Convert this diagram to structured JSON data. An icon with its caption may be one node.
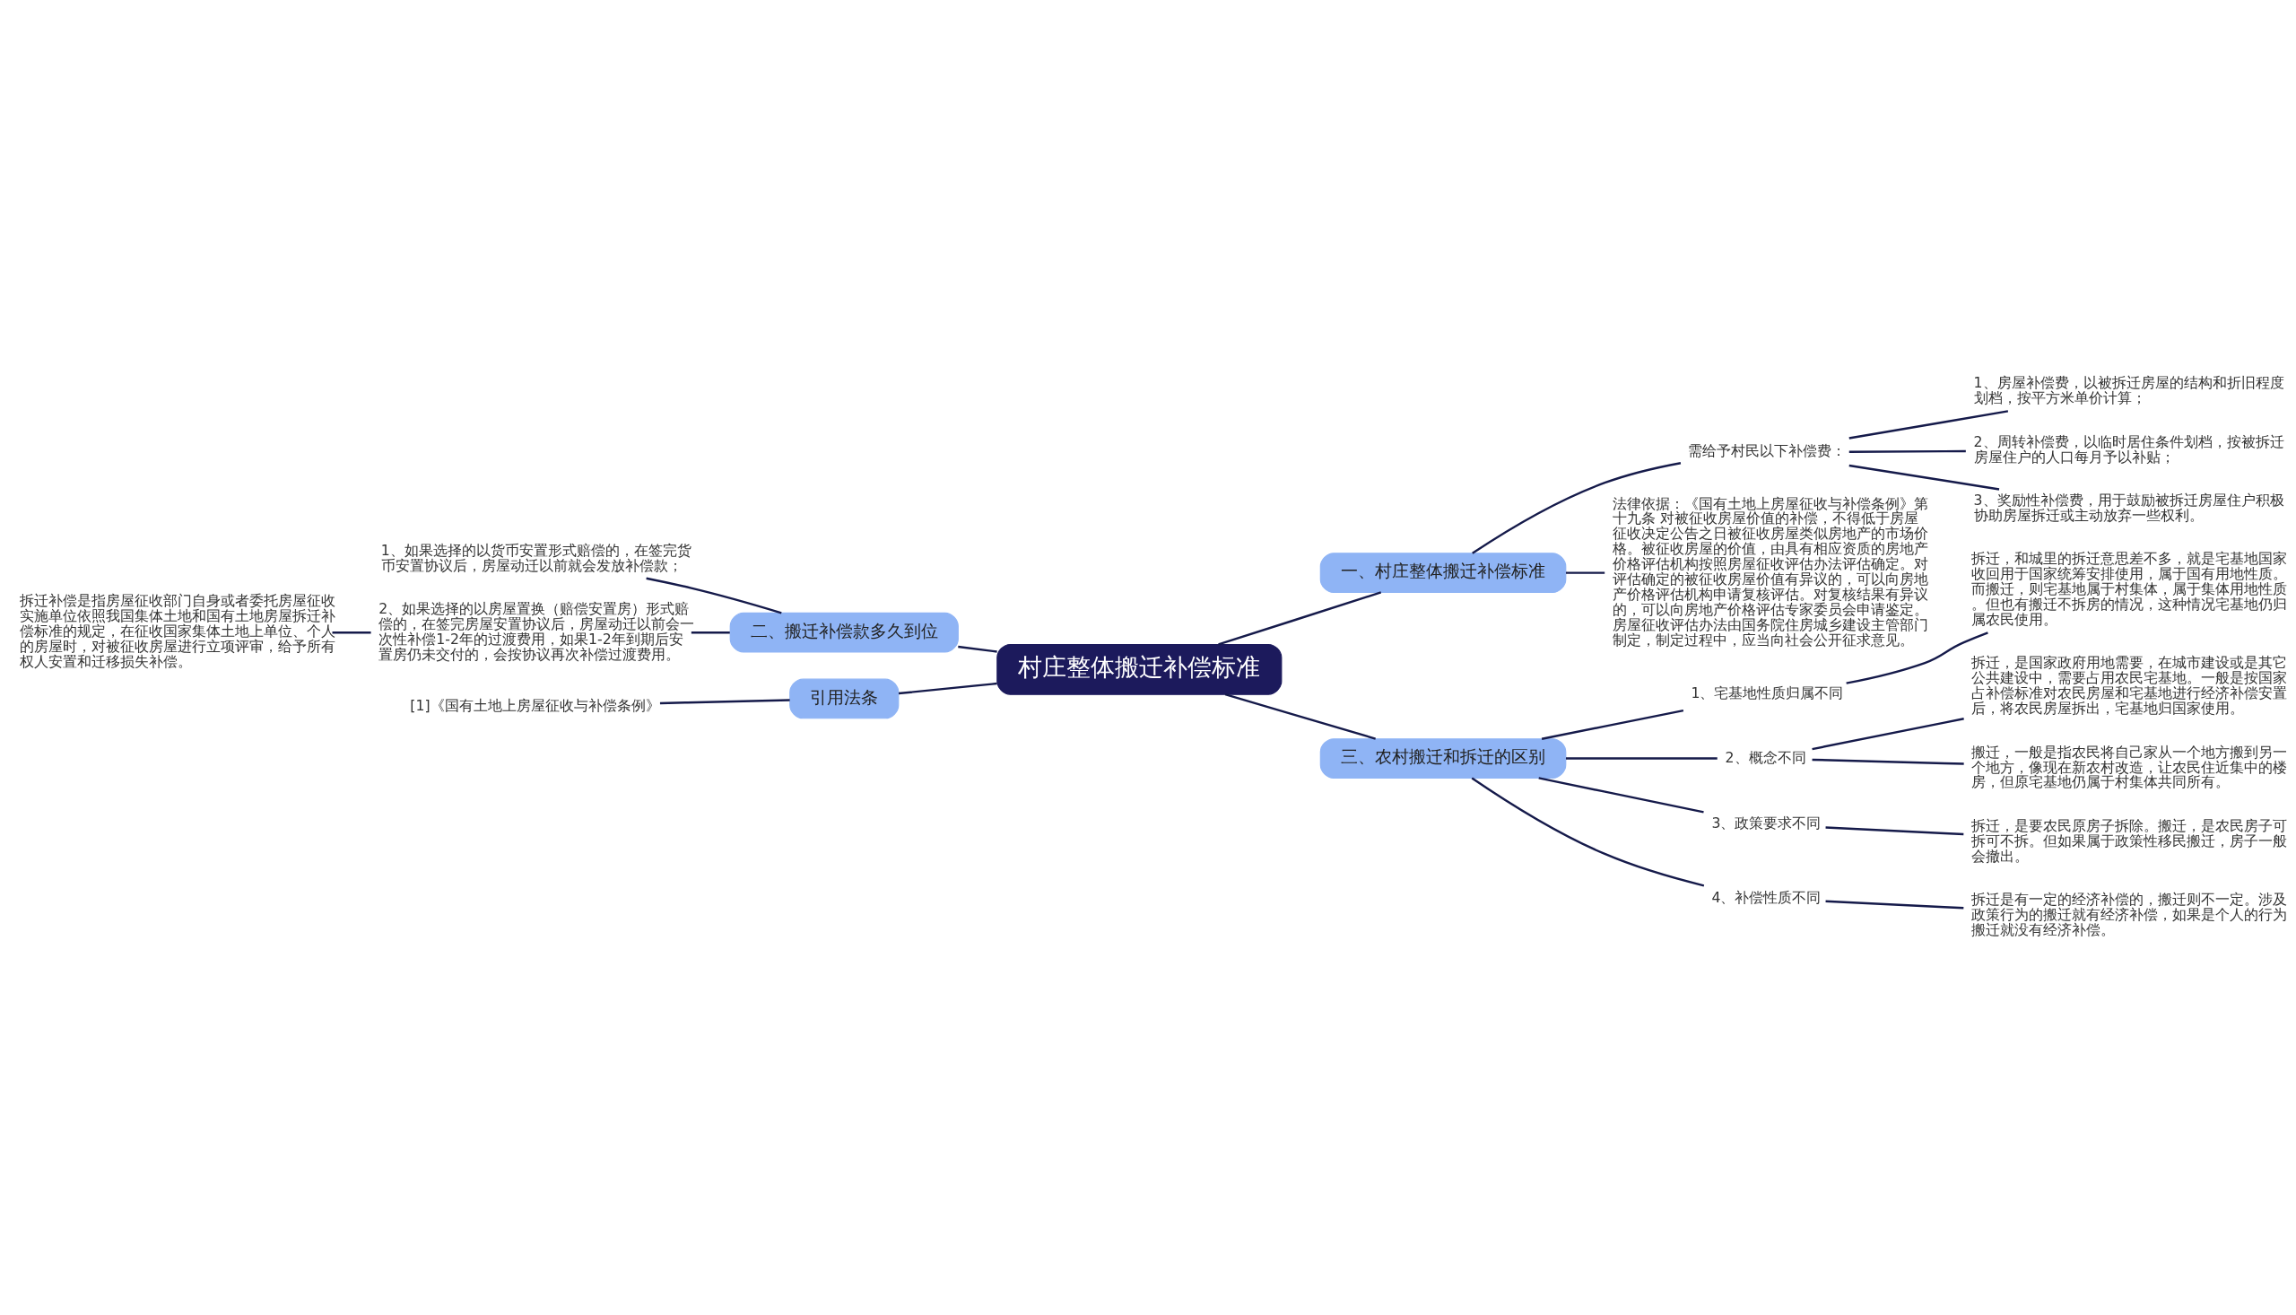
{
  "diagram": {
    "nodes": [
      {
        "text": [
          "村庄整体搬迁补偿标准"
        ]
      },
      {
        "text": [
          "一、村庄整体搬迁补偿标准"
        ]
      },
      {
        "text": [
          "需给予村民以下补偿费："
        ]
      },
      {
        "text": [
          "1、房屋补偿费，以被拆迁房屋的结构和折旧程度划档，按平方米单价计算；"
        ]
      },
      {
        "text": [
          "2、周转补偿费，以临时居住条件划档，按被拆迁房屋住户的人口每月予以补贴；"
        ]
      },
      {
        "text": [
          "3、奖励性补偿费，用于鼓励被拆迁房屋住户积极协助房屋拆迁或主动放弃一些权利。"
        ]
      },
      {
        "text": [
          "法律依据：《国有土地上房屋征收与补偿条例》第十九条 对被征收房屋价值的补偿，不得低于房屋征收决定公告之日被征收房屋类似房地产的市场价格。被征收房屋的价值，由具有相应资质的房地产价格评估机构按照房屋征收评估办法评估确定。对评估确定的被征收房屋价值有异议的，可以向房地产价格评估机构申请复核评估。对复核结果有异议的，可以向房地产价格评估专家委员会申请鉴定。房屋征收评估办法由国务院住房城乡建设主管部门制定，制定过程中，应当向社会公开征求意见。"
        ]
      },
      {
        "text": [
          "二、搬迁补偿款多久到位"
        ]
      },
      {
        "text": [
          "1、如果选择的以货币安置形式赔偿的，在签完货币安置协议后，房屋动迁以前就会发放补偿款；"
        ]
      },
      {
        "text": [
          "2、如果选择的以房屋置换（赔偿安置房）形式赔偿的，在签完房屋安置协议后，房屋动迁以前会一次性补偿1-2年的过渡费用，如果1-2年到期后安置房仍未交付的，会按协议再次补偿过渡费用。"
        ]
      },
      {
        "text": [
          "拆迁补偿是指房屋征收部门自身或者委托房屋征收实施单位依照我国集体土地和国有土地房屋拆迁补偿标准的规定，在征收国家集体土地上单位、个人的房屋时，对被征收房屋进行立项评审，给予所有权人安置和迁移损失补偿。"
        ]
      },
      {
        "text": [
          "引用法条"
        ]
      },
      {
        "text": [
          "[1]《国有土地上房屋征收与补偿条例》"
        ]
      },
      {
        "text": [
          "三、农村搬迁和拆迁的区别"
        ]
      },
      {
        "text": [
          "1、宅基地性质归属不同"
        ]
      },
      {
        "text": [
          "拆迁，和城里的拆迁意思差不多，就是宅基地国家收回用于国家统筹安排使用，属于国有用地性质。而搬迁，则宅基地属于村集体，属于集体用地性质。但也有搬迁不拆房的情况，这种情况宅基地仍归属农民使用。"
        ]
      },
      {
        "text": [
          "2、概念不同"
        ]
      },
      {
        "text": [
          "拆迁，是国家政府用地需要，在城市建设或是其它公共建设中，需要占用农民宅基地。一般是按国家占补偿标准对农民房屋和宅基地进行经济补偿安置后，将农民房屋拆出，宅基地归国家使用。"
        ]
      },
      {
        "text": [
          "搬迁，一般是指农民将自己家从一个地方搬到另一个地方，像现在新农村改造，让农民住近集中的楼房，但原宅基地仍属于村集体共同所有。"
        ]
      },
      {
        "text": [
          "3、政策要求不同"
        ]
      },
      {
        "text": [
          "拆迁，是要农民原房子拆除。搬迁，是农民房子可拆可不拆。但如果属于政策性移民搬迁，房子一般会撤出。"
        ]
      },
      {
        "text": [
          "4、补偿性质不同"
        ]
      },
      {
        "text": [
          "拆迁是有一定的经济补偿的，搬迁则不一定。涉及政策行为的搬迁就有经济补偿，如果是个人的行为搬迁就没有经济补偿。"
        ]
      }
    ],
    "edges": [
      {
        "from": 0,
        "to": 1,
        "arrow": "none"
      },
      {
        "from": 1,
        "to": 2,
        "arrow": "none"
      },
      {
        "from": 2,
        "to": 3,
        "arrow": "none"
      },
      {
        "from": 2,
        "to": 4,
        "arrow": "none"
      },
      {
        "from": 2,
        "to": 5,
        "arrow": "none"
      },
      {
        "from": 1,
        "to": 6,
        "arrow": "none"
      },
      {
        "from": 7,
        "to": 0,
        "arrow": "none"
      },
      {
        "from": 8,
        "to": 7,
        "arrow": "none"
      },
      {
        "from": 9,
        "to": 7,
        "arrow": "none"
      },
      {
        "from": 10,
        "to": 9,
        "arrow": "none"
      },
      {
        "from": 11,
        "to": 0,
        "arrow": "none"
      },
      {
        "from": 12,
        "to": 11,
        "arrow": "none"
      },
      {
        "from": 0,
        "to": 13,
        "arrow": "none"
      },
      {
        "from": 13,
        "to": 14,
        "arrow": "none"
      },
      {
        "from": 14,
        "to": 15,
        "arrow": "none"
      },
      {
        "from": 13,
        "to": 16,
        "arrow": "none"
      },
      {
        "from": 16,
        "to": 17,
        "arrow": "none"
      },
      {
        "from": 16,
        "to": 18,
        "arrow": "none"
      },
      {
        "from": 13,
        "to": 19,
        "arrow": "none"
      },
      {
        "from": 19,
        "to": 20,
        "arrow": "none"
      },
      {
        "from": 13,
        "to": 21,
        "arrow": "none"
      },
      {
        "from": 21,
        "to": 22,
        "arrow": "none"
      }
    ]
  }
}
